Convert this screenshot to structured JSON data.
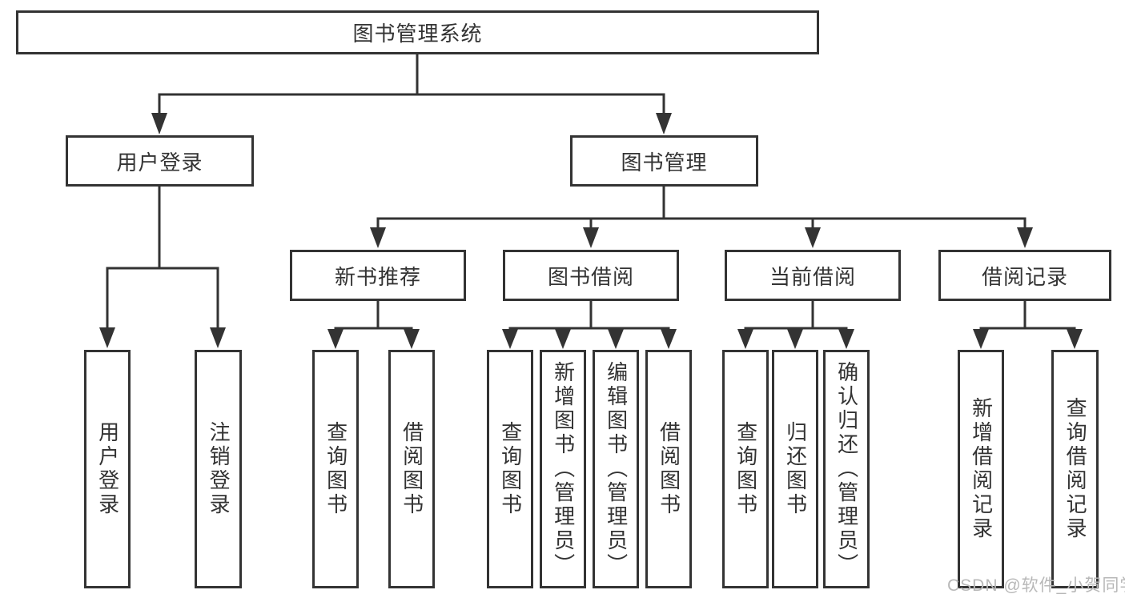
{
  "colors": {
    "line": "#333333",
    "text": "#333333",
    "watermark": "#b8b8b8",
    "background": "#ffffff"
  },
  "watermark": {
    "text": "CSDN @软件_小贺同学"
  },
  "tree": {
    "root": {
      "label": "图书管理系统",
      "children": [
        {
          "label": "用户登录",
          "children": [
            {
              "label": "用户登录"
            },
            {
              "label": "注销登录"
            }
          ]
        },
        {
          "label": "图书管理",
          "children": [
            {
              "label": "新书推荐",
              "children": [
                {
                  "label": "查询图书"
                },
                {
                  "label": "借阅图书"
                }
              ]
            },
            {
              "label": "图书借阅",
              "children": [
                {
                  "label": "查询图书"
                },
                {
                  "label": "新增图书（管理员）"
                },
                {
                  "label": "编辑图书（管理员）"
                },
                {
                  "label": "借阅图书"
                }
              ]
            },
            {
              "label": "当前借阅",
              "children": [
                {
                  "label": "查询图书"
                },
                {
                  "label": "归还图书"
                },
                {
                  "label": "确认归还（管理员）"
                }
              ]
            },
            {
              "label": "借阅记录",
              "children": [
                {
                  "label": "新增借阅记录"
                },
                {
                  "label": "查询借阅记录"
                }
              ]
            }
          ]
        }
      ]
    }
  }
}
